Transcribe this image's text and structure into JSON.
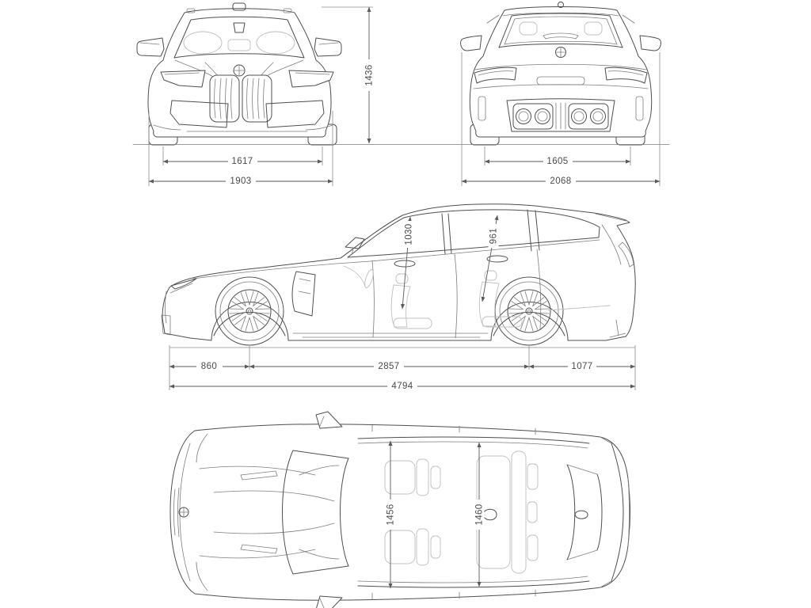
{
  "document": {
    "title": "Car dimensions blueprint",
    "background": "#ffffff"
  },
  "colors": {
    "line": "#4f4f4f",
    "light_line": "#7d7d7d",
    "ghost_line": "#bfbfbf",
    "dimension_line": "#5a5a5a",
    "dimension_text": "#4a4a4a"
  },
  "views": {
    "front": {
      "track_width": "1617",
      "overall_width": "1903",
      "overall_height": "1436"
    },
    "rear": {
      "track_width": "1605",
      "width_with_mirrors": "2068"
    },
    "side": {
      "front_headroom": "1030",
      "rear_headroom": "961",
      "front_overhang": "860",
      "wheelbase": "2857",
      "rear_overhang": "1077",
      "overall_length": "4794"
    },
    "top": {
      "front_interior_width": "1456",
      "rear_interior_width": "1460"
    }
  }
}
